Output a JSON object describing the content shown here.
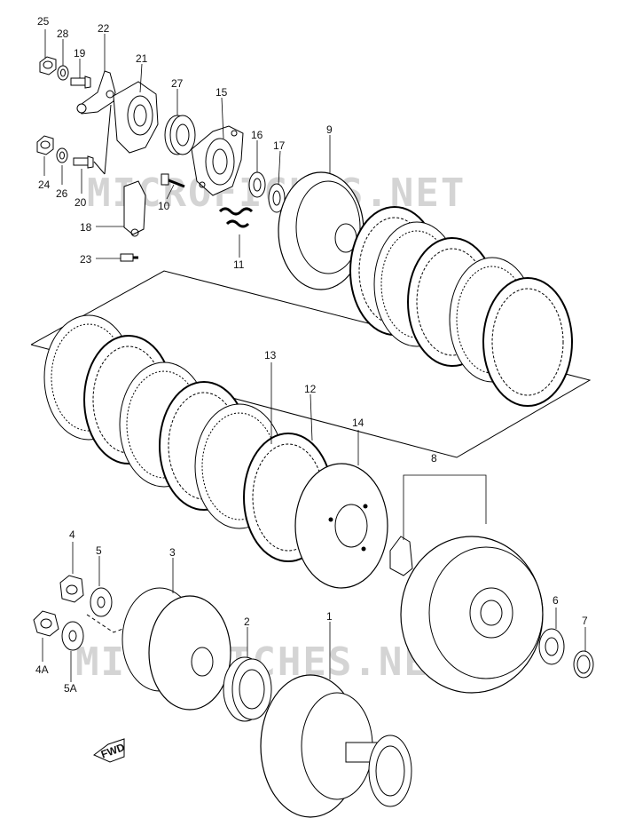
{
  "watermark": {
    "text": "MICROFICHES.NET"
  },
  "direction_badge": {
    "label": "FWD"
  },
  "callouts": {
    "p25": "25",
    "p28": "28",
    "p19": "19",
    "p22": "22",
    "p21": "21",
    "p27": "27",
    "p15": "15",
    "p16": "16",
    "p17": "17",
    "p9": "9",
    "p24": "24",
    "p26": "26",
    "p20": "20",
    "p10": "10",
    "p18": "18",
    "p11": "11",
    "p23": "23",
    "p13": "13",
    "p12": "12",
    "p14": "14",
    "p8": "8",
    "p4": "4",
    "p5": "5",
    "p3": "3",
    "p2": "2",
    "p1": "1",
    "p4a": "4A",
    "p5a": "5A",
    "p6": "6",
    "p7": "7"
  }
}
